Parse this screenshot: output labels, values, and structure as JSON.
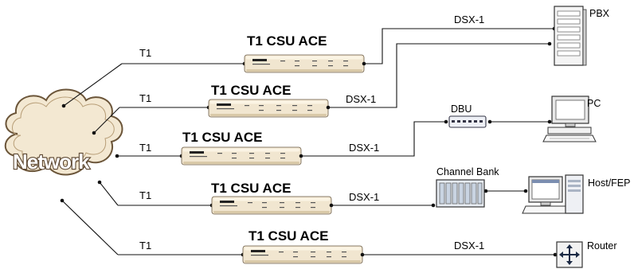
{
  "network": {
    "label": "Network"
  },
  "units": [
    {
      "title": "T1 CSU ACE",
      "t1_label": "T1",
      "dsx_label": "DSX-1"
    },
    {
      "title": "T1 CSU ACE",
      "t1_label": "T1",
      "dsx_label": "DSX-1"
    },
    {
      "title": "T1 CSU ACE",
      "t1_label": "T1",
      "dsx_label": "DSX-1"
    },
    {
      "title": "T1 CSU ACE",
      "t1_label": "T1",
      "dsx_label": "DSX-1"
    },
    {
      "title": "T1 CSU ACE",
      "t1_label": "T1",
      "dsx_label": "DSX-1"
    }
  ],
  "devices": {
    "pbx": "PBX",
    "pc": "PC",
    "dbu": "DBU",
    "channel_bank": "Channel Bank",
    "host": "Host/FEP",
    "router": "Router"
  }
}
